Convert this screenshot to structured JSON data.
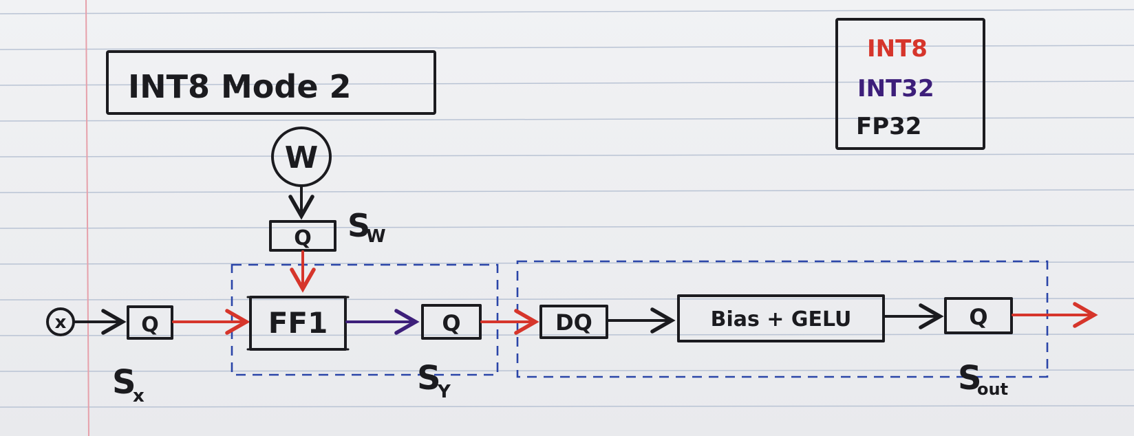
{
  "title": "INT8  Mode 2",
  "legend": [
    {
      "label": "INT8",
      "color": "#d6352b"
    },
    {
      "label": "INT32",
      "color": "#3d1f7a"
    },
    {
      "label": "FP32",
      "color": "#1b1b1f"
    }
  ],
  "nodes": {
    "input": "x",
    "weight": "W",
    "q_x": "Q",
    "q_w": "Q",
    "ff1": "FF1",
    "q_y": "Q",
    "dq": "DQ",
    "bias_gelu": "Bias + GELU",
    "q_out": "Q"
  },
  "scales": {
    "s_x": {
      "main": "S",
      "sub": "x"
    },
    "s_w": {
      "main": "S",
      "sub": "W"
    },
    "s_y": {
      "main": "S",
      "sub": "Y"
    },
    "s_out": {
      "main": "S",
      "sub": "out"
    }
  },
  "colors": {
    "int8": "#d6352b",
    "int32": "#3d1f7a",
    "fp32": "#1b1b1f",
    "group": "#2a45a8"
  }
}
